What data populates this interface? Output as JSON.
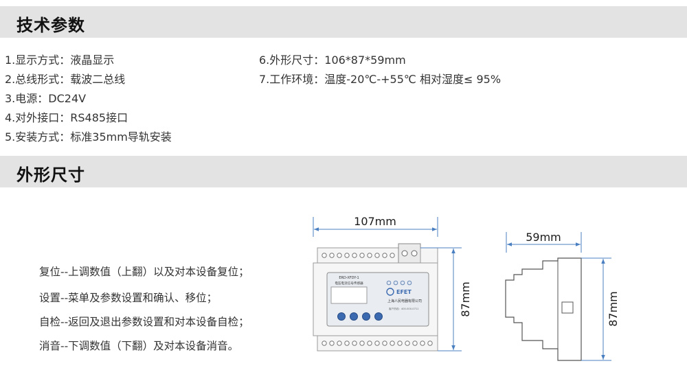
{
  "sections": {
    "tech_params": "技术参数",
    "dimensions": "外形尺寸"
  },
  "specs_left": [
    "1.显示方式：液晶显示",
    "2.总线形式：载波二总线",
    "3.电源：DC24V",
    "4.对外接口：RS485接口",
    "5.安装方式：标准35mm导轨安装"
  ],
  "specs_right": [
    "6.外形尺寸：106*87*59mm",
    "7.工作环境：温度-20℃-+55℃ 相对湿度≤ 95%"
  ],
  "button_descriptions": [
    "复位--上调数值（上翻）以及对本设备复位；",
    "设置--菜单及参数设置和确认、移位；",
    "自检--返回及退出参数设置和对本设备自检；",
    "消音--下调数值（下翻）及对本设备消音。"
  ],
  "front_view": {
    "width_label": "107mm",
    "height_label": "87mm",
    "model": "ERD-XFDY-1",
    "product_name": "电压电流信号传感器",
    "brand": "EFET",
    "company": "上海人民电器有限公司",
    "small_text": "客户热线：400-000-0711"
  },
  "side_view": {
    "depth_label": "59mm",
    "height_label": "87mm"
  },
  "colors": {
    "dimension_line": "#4a7fc1",
    "section_bar": "#e3e3e3",
    "button_blue": "#3b6ab0",
    "device_body": "#f2f2f2"
  }
}
